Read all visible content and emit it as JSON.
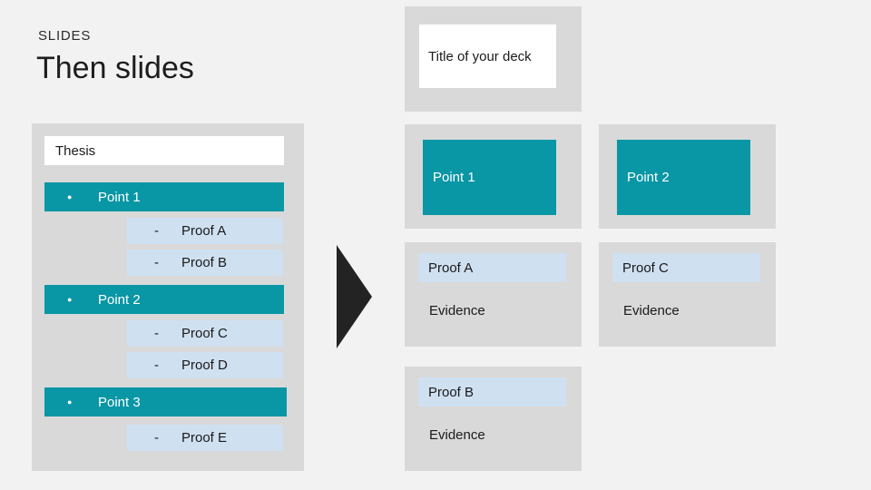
{
  "theme": {
    "background": "#f2f2f2",
    "panel_gray": "#d9d9d9",
    "accent_teal": "#0996a5",
    "light_blue": "#cfe0f1",
    "ink": "#232323"
  },
  "header": {
    "eyebrow": "SLIDES",
    "title": "Then slides"
  },
  "outline": {
    "point_marker": "●",
    "proof_marker": "-",
    "rows": [
      {
        "kind": "thesis",
        "label": "Thesis"
      },
      {
        "kind": "point",
        "label": "Point 1"
      },
      {
        "kind": "proof",
        "label": "Proof A"
      },
      {
        "kind": "proof",
        "label": "Proof B"
      },
      {
        "kind": "point",
        "label": "Point 2"
      },
      {
        "kind": "proof",
        "label": "Proof C"
      },
      {
        "kind": "proof",
        "label": "Proof D"
      },
      {
        "kind": "point",
        "label": "Point 3"
      },
      {
        "kind": "proof",
        "label": "Proof E"
      }
    ]
  },
  "slides": {
    "title_slide": {
      "title": "Title of your deck"
    },
    "point_slides": [
      {
        "label": "Point 1"
      },
      {
        "label": "Point 2"
      }
    ],
    "proof_slides": [
      {
        "proof": "Proof A",
        "evidence": "Evidence"
      },
      {
        "proof": "Proof C",
        "evidence": "Evidence"
      },
      {
        "proof": "Proof B",
        "evidence": "Evidence"
      }
    ]
  }
}
